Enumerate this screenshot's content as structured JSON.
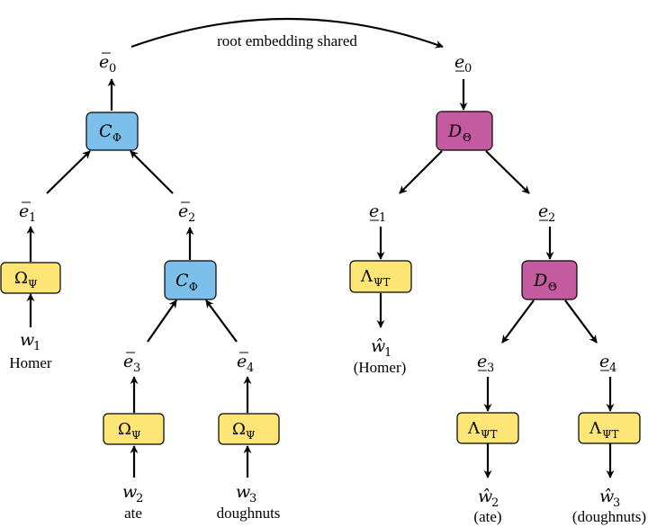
{
  "colors": {
    "encoder_box": "#7cbfea",
    "leaf_box": "#fde576",
    "decoder_box": "#c45aa0",
    "stroke": "#000000"
  },
  "top_edge_label": "root embedding shared",
  "encoder": {
    "e0": {
      "base": "e",
      "sub": "0"
    },
    "e1": {
      "base": "e",
      "sub": "1"
    },
    "e2": {
      "base": "e",
      "sub": "2"
    },
    "e3": {
      "base": "e",
      "sub": "3"
    },
    "e4": {
      "base": "e",
      "sub": "4"
    },
    "c_top": {
      "base": "C",
      "sub": "Φ"
    },
    "c_mid": {
      "base": "C",
      "sub": "Φ"
    },
    "omega_1": {
      "base": "Ω",
      "sub": "Ψ"
    },
    "omega_2": {
      "base": "Ω",
      "sub": "Ψ"
    },
    "omega_3": {
      "base": "Ω",
      "sub": "Ψ"
    },
    "w1": {
      "base": "w",
      "sub": "1",
      "word": "Homer"
    },
    "w2": {
      "base": "w",
      "sub": "2",
      "word": "ate"
    },
    "w3": {
      "base": "w",
      "sub": "3",
      "word": "doughnuts"
    }
  },
  "decoder": {
    "e0": {
      "base": "e",
      "sub": "0"
    },
    "e1": {
      "base": "e",
      "sub": "1"
    },
    "e2": {
      "base": "e",
      "sub": "2"
    },
    "e3": {
      "base": "e",
      "sub": "3"
    },
    "e4": {
      "base": "e",
      "sub": "4"
    },
    "d_top": {
      "base": "D",
      "sub": "Θ"
    },
    "d_mid": {
      "base": "D",
      "sub": "Θ"
    },
    "lambda_1": {
      "base": "Λ",
      "sub": "ΨT"
    },
    "lambda_2": {
      "base": "Λ",
      "sub": "ΨT"
    },
    "lambda_3": {
      "base": "Λ",
      "sub": "ΨT"
    },
    "w1": {
      "base": "ŵ",
      "sub": "1",
      "word": "(Homer)"
    },
    "w2": {
      "base": "ŵ",
      "sub": "2",
      "word": "(ate)"
    },
    "w3": {
      "base": "ŵ",
      "sub": "3",
      "word": "(doughnuts)"
    }
  }
}
